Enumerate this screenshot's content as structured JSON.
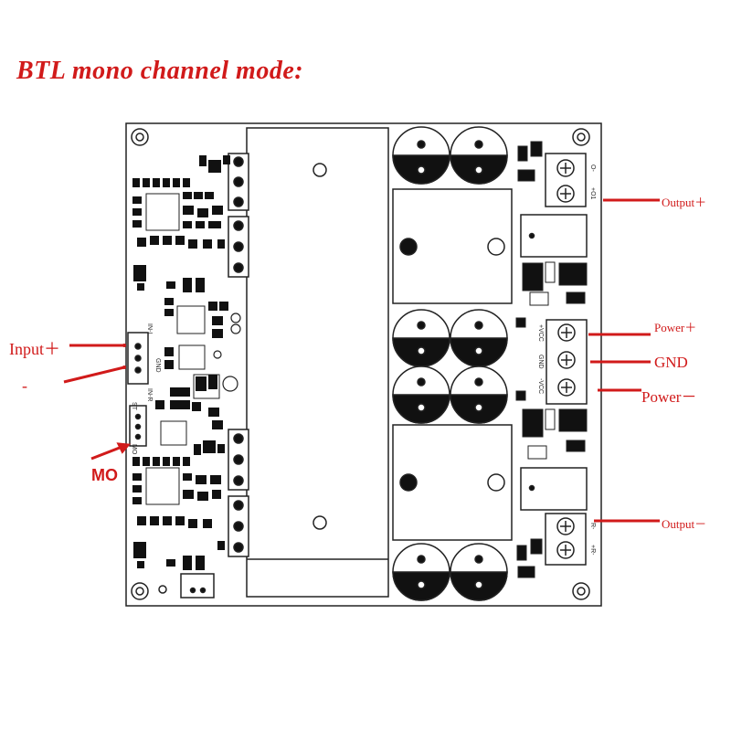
{
  "title": "BTL mono channel mode:",
  "labels": {
    "input_plus": "Input＋",
    "input_minus": "-",
    "mo_external": "MO",
    "output_plus": "Output＋",
    "power_plus": "Power＋",
    "gnd": "GND",
    "power_minus": "Power－",
    "output_minus": "Output－"
  },
  "silkscreen": {
    "in_l": "IN-L",
    "gnd_small": "GND",
    "in_r": "IN-R",
    "st": "ST",
    "mo": "MO",
    "out_top_a": "O-",
    "out_top_b": "+O1",
    "vcc_plus": "+VCC",
    "gnd_pin": "GND",
    "vcc_minus": "-VCC",
    "out_bot_a": "R-",
    "out_bot_b": "+R-"
  },
  "colors": {
    "accent": "#d11a1a",
    "line": "#111111",
    "board": "#ffffff"
  }
}
